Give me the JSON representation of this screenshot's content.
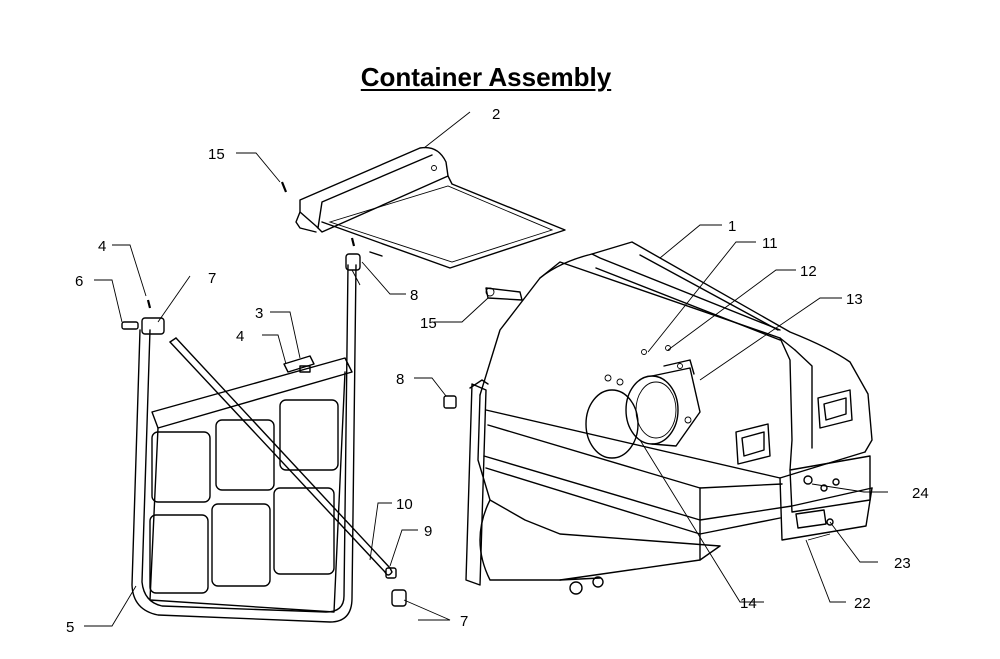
{
  "title": "Container Assembly",
  "callouts": [
    {
      "id": "c1",
      "label": "1"
    },
    {
      "id": "c2",
      "label": "2"
    },
    {
      "id": "c3",
      "label": "3"
    },
    {
      "id": "c4a",
      "label": "4"
    },
    {
      "id": "c4b",
      "label": "4"
    },
    {
      "id": "c5",
      "label": "5"
    },
    {
      "id": "c6",
      "label": "6"
    },
    {
      "id": "c7a",
      "label": "7"
    },
    {
      "id": "c7b",
      "label": "7"
    },
    {
      "id": "c8a",
      "label": "8"
    },
    {
      "id": "c8b",
      "label": "8"
    },
    {
      "id": "c9",
      "label": "9"
    },
    {
      "id": "c10",
      "label": "10"
    },
    {
      "id": "c11",
      "label": "11"
    },
    {
      "id": "c12",
      "label": "12"
    },
    {
      "id": "c13",
      "label": "13"
    },
    {
      "id": "c14",
      "label": "14"
    },
    {
      "id": "c15a",
      "label": "15"
    },
    {
      "id": "c15b",
      "label": "15"
    },
    {
      "id": "c22",
      "label": "22"
    },
    {
      "id": "c23",
      "label": "23"
    },
    {
      "id": "c24",
      "label": "24"
    }
  ]
}
